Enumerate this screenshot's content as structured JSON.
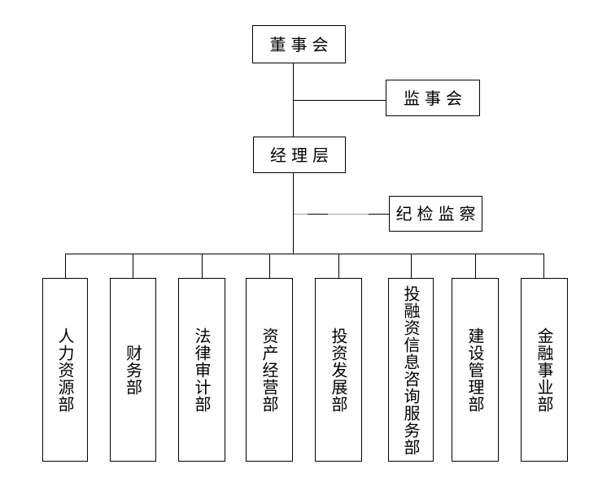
{
  "diagram": {
    "type": "org-chart",
    "background_color": "#ffffff",
    "line_color": "#000000",
    "muted_line_color": "#a6a6a6",
    "nodes": {
      "board": "董事会",
      "supervisory": "监事会",
      "management": "经理层",
      "discipline": "纪检监察"
    },
    "departments": [
      "人力资源部",
      "财务部",
      "法律审计部",
      "资产经营部",
      "投资发展部",
      "投融资信息咨询服务部",
      "建设管理部",
      "金融事业部"
    ],
    "edges": [
      [
        "board",
        "management"
      ],
      [
        "trunk:board-management",
        "supervisory"
      ],
      [
        "management",
        "departments-branch"
      ],
      [
        "trunk:management-departments",
        "discipline"
      ],
      [
        "departments-branch",
        "departments"
      ]
    ]
  }
}
